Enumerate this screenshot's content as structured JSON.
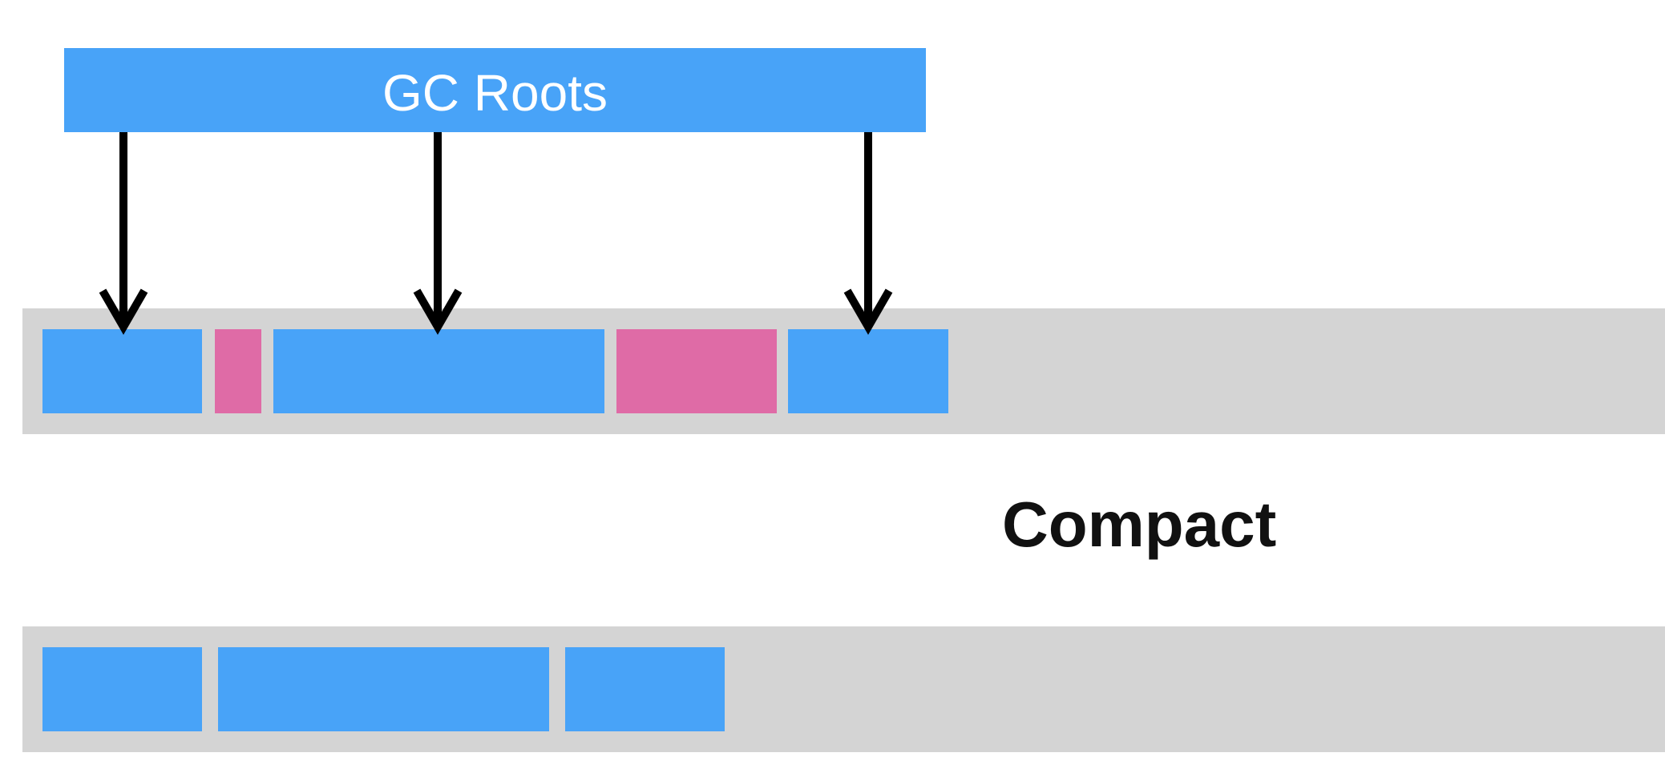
{
  "diagram": {
    "gc_roots_label": "GC Roots",
    "compact_label": "Compact",
    "colors": {
      "live_object": "#48a3f8",
      "dead_object": "#df6ba6",
      "heap_background": "#d4d4d4",
      "arrow": "#000000"
    },
    "heap_before": [
      "live",
      "dead",
      "live",
      "dead",
      "live"
    ],
    "heap_after": [
      "live",
      "live",
      "live"
    ]
  }
}
